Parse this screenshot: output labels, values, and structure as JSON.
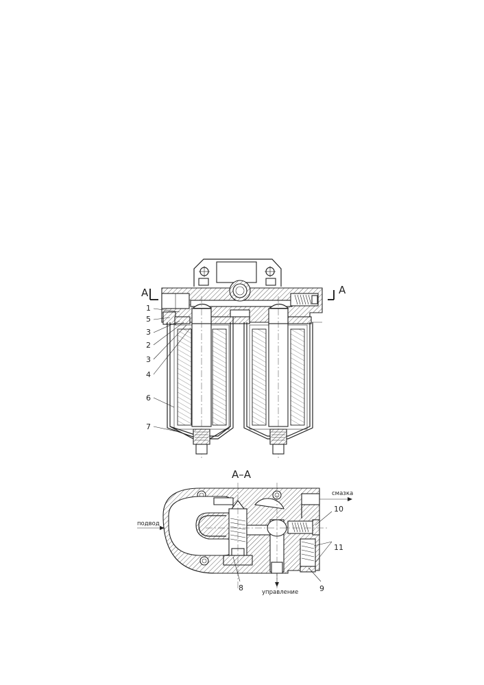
{
  "section_marker": "A",
  "section_title": "A–A",
  "upper_callouts": [
    "1",
    "5",
    "3",
    "2",
    "3",
    "4",
    "6",
    "7"
  ],
  "lower_callouts": {
    "part_8": "8",
    "part_9": "9",
    "part_10": "10",
    "part_11": "11"
  },
  "flow_labels": {
    "inlet": "подвод",
    "lubrication": "смазка",
    "control": "управление"
  }
}
